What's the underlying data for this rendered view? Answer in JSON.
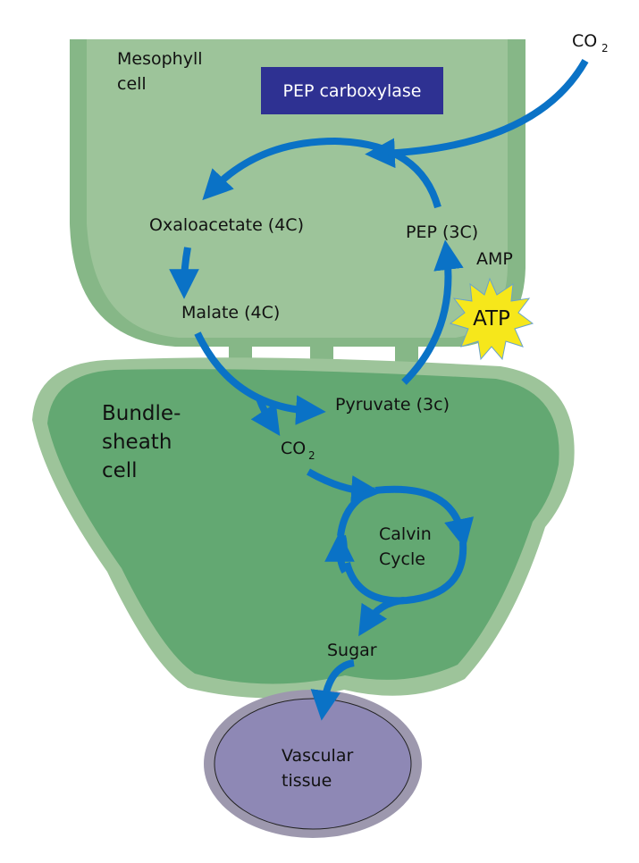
{
  "diagram": {
    "title": "C4 photosynthesis pathway",
    "colors": {
      "mesophyll_fill": "#9dc49a",
      "mesophyll_border": "#86b787",
      "bundle_sheath_outer": "#9dc49a",
      "bundle_sheath_fill": "#63a872",
      "vascular_outer": "#9d98ae",
      "vascular_fill": "#8e88b5",
      "arrow": "#0a72c6",
      "enzyme_box": "#2e3192",
      "atp_star": "#f6e71b",
      "atp_star_stroke": "#6aa3c9"
    },
    "cells": {
      "mesophyll": {
        "line1": "Mesophyll",
        "line2": "cell"
      },
      "bundle_sheath": {
        "line1": "Bundle-",
        "line2": "sheath",
        "line3": "cell"
      },
      "vascular": {
        "line1": "Vascular",
        "line2": "tissue"
      }
    },
    "enzyme": {
      "label": "PEP carboxylase"
    },
    "molecules": {
      "co2_in": {
        "main": "CO",
        "sub": "2"
      },
      "oxaloacetate": "Oxaloacetate (4C)",
      "malate": "Malate (4C)",
      "pep": "PEP (3C)",
      "amp": "AMP",
      "atp": "ATP",
      "pyruvate": "Pyruvate (3c)",
      "co2_released": {
        "main": "CO",
        "sub": "2"
      },
      "calvin": {
        "line1": "Calvin",
        "line2": "Cycle"
      },
      "sugar": "Sugar"
    },
    "flows": [
      {
        "from": "CO2",
        "to": "PEP carboxylase cycle"
      },
      {
        "from": "PEP (3C)",
        "to": "Oxaloacetate (4C)"
      },
      {
        "from": "Oxaloacetate (4C)",
        "to": "Malate (4C)"
      },
      {
        "from": "Malate (4C)",
        "to": "Pyruvate (3c)"
      },
      {
        "from": "Malate (4C)",
        "to": "CO2"
      },
      {
        "from": "Pyruvate (3c)",
        "to": "PEP (3C)",
        "energy": "ATP -> AMP"
      },
      {
        "from": "CO2",
        "to": "Calvin Cycle"
      },
      {
        "from": "Calvin Cycle",
        "to": "Sugar"
      },
      {
        "from": "Sugar",
        "to": "Vascular tissue"
      }
    ]
  }
}
